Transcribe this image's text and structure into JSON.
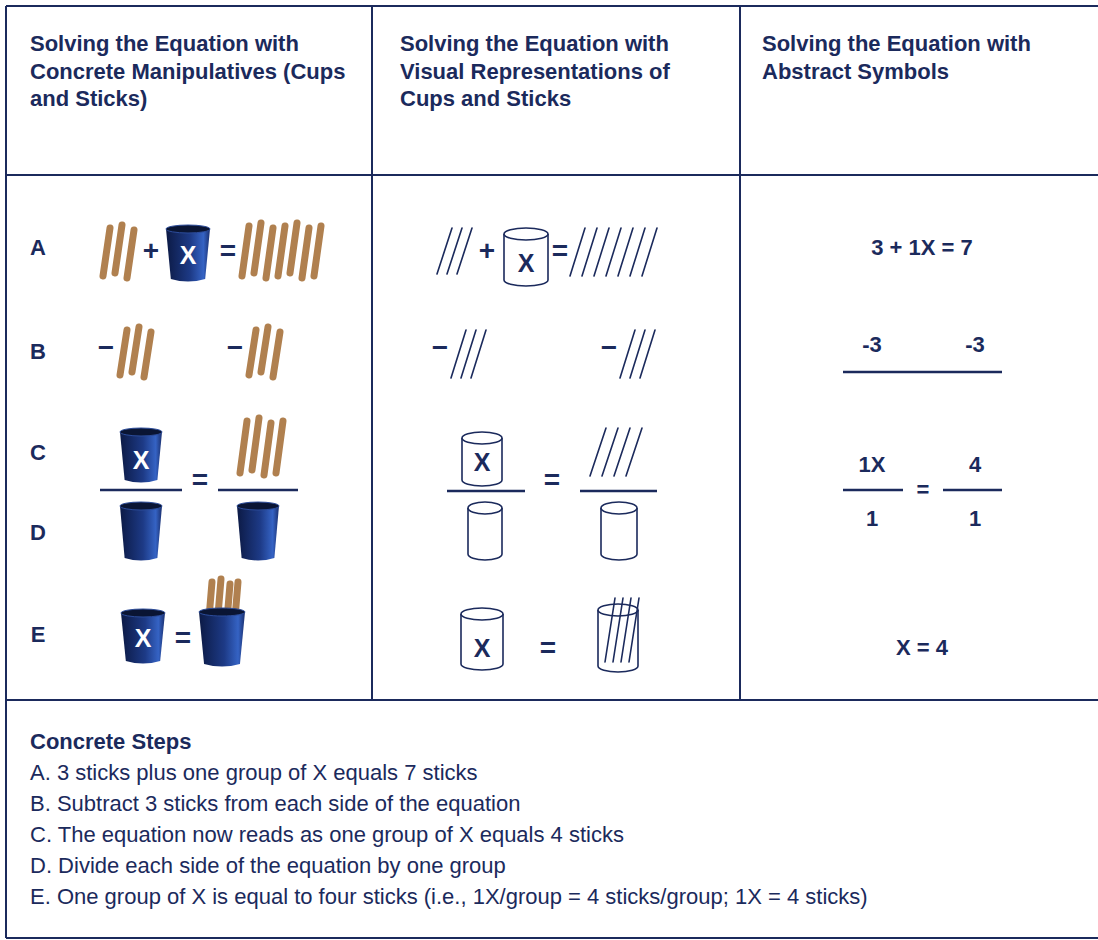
{
  "diagram": {
    "labels": [
      "Solving the Equation with Concrete Manipulatives (Cups and Sticks)",
      "Solving the Equation with Visual Representations of Cups and Sticks",
      "Solving the Equation with Abstract Symbols",
      "A",
      "B",
      "C",
      "D",
      "E",
      "+",
      "X",
      "=",
      "+",
      "X",
      "=",
      "3 + 1X = 7",
      "−",
      "−",
      "−",
      "−",
      "-3",
      "-3",
      "X",
      "=",
      "X",
      "=",
      "1X",
      "4",
      "=",
      "1",
      "1",
      "X",
      "=",
      "X",
      "=",
      "X = 4",
      "Concrete Steps",
      "A. 3 sticks plus one group of X equals 7 sticks",
      "B. Subtract 3 sticks from each side of the equation",
      "C. The equation now reads as one group of X equals 4 sticks",
      "D. Divide each side of the equation by one group",
      "E. One group of X is equal to four sticks (i.e., 1X/group = 4 sticks/group; 1X = 4 sticks)"
    ]
  }
}
